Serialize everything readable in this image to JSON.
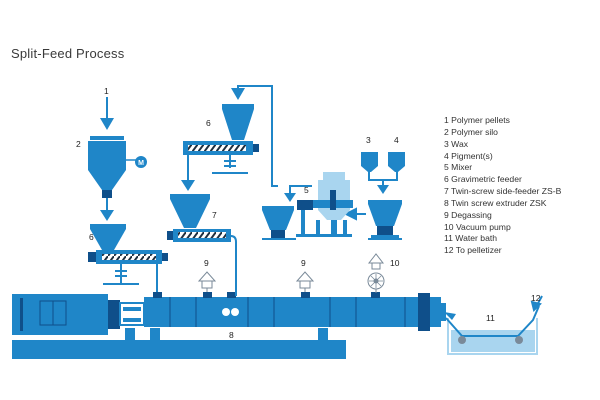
{
  "title": "Split-Feed Process",
  "labels": {
    "n1": "1",
    "n2": "2",
    "n3": "3",
    "n4": "4",
    "n5": "5",
    "n6a": "6",
    "n6b": "6",
    "n7": "7",
    "n8": "8",
    "n9a": "9",
    "n9b": "9",
    "n10": "10",
    "n11": "11",
    "n12": "12",
    "motor": "M"
  },
  "legend": [
    "1 Polymer pellets",
    "2 Polymer silo",
    "3 Wax",
    "4 Pigment(s)",
    "5 Mixer",
    "6 Gravimetric feeder",
    "7 Twin-screw side-feeder ZS-B",
    "8 Twin screw extruder ZSK",
    "9 Degassing",
    "10 Vacuum pump",
    "11 Water bath",
    "12 To pelletizer"
  ],
  "colors": {
    "primary": "#1f86c8",
    "dark": "#0f4f8a",
    "light": "#a9d5ef",
    "outline": "#7a8a99"
  }
}
